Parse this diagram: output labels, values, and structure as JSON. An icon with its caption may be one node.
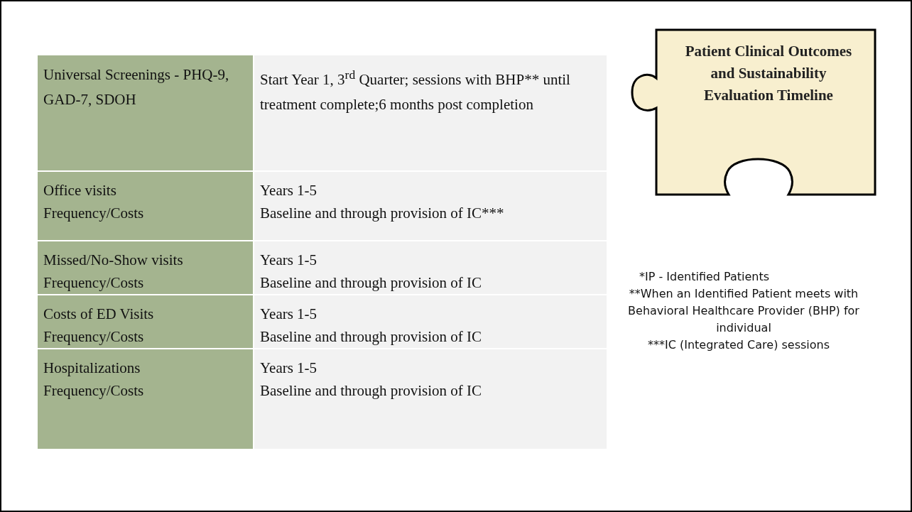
{
  "diagram": {
    "nodes": [
      {
        "text": [
          "Patient Clinical Outcomes and Sustainability Evaluation Timeline"
        ]
      }
    ],
    "edges": [],
    "labels": [
      "Universal Screenings - PHQ-9, GAD-7, SDOH",
      "Start Year 1, 3$^{rd}$ Quarter; sessions with BHP** until treatment complete;6 months post completion",
      "Office visits",
      "Frequency/Costs",
      "Years 1-5",
      "Baseline and through provision of IC***",
      "Missed/No-Show visits",
      "Frequency/Costs",
      "Years 1-5",
      "Baseline and through provision of IC",
      "Costs of ED Visits",
      "Frequency/Costs",
      "Years 1-5",
      "Baseline and through provision of IC",
      "Hospitalizations",
      "Frequency/Costs",
      "Years 1-5",
      "Baseline and through provision of IC",
      "*IP - Identified Patients",
      "**When an Identified Patient meets with Behavioral Healthcare Provider (BHP) for individual",
      "***IC (Integrated Care) sessions"
    ]
  }
}
